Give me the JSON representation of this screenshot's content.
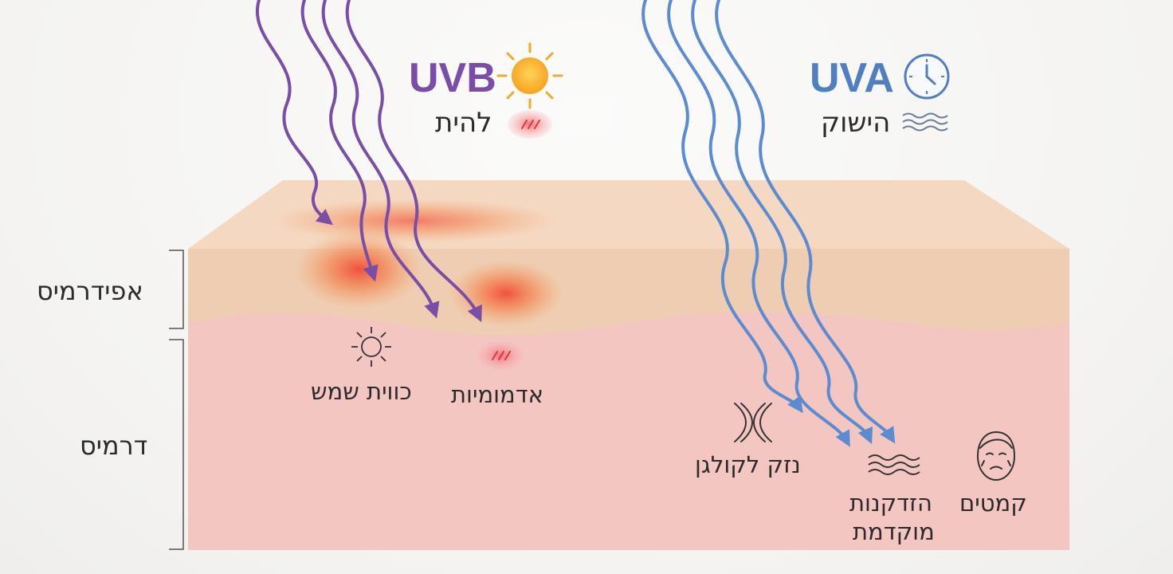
{
  "uvb": {
    "title": "UVB",
    "subtitle": "להית",
    "color": "#7a4ea6"
  },
  "uva": {
    "title": "UVA",
    "subtitle": "הישוק",
    "color": "#4f7fc0"
  },
  "layers": {
    "epidermis": "אפידרמיס",
    "dermis": "דרמיס"
  },
  "effects": {
    "sunburn": "כווית שמש",
    "redness": "אדמומיות",
    "collagen": "נזק לקולגן",
    "aging_line1": "הזדקנות",
    "aging_line2": "מוקדמת",
    "wrinkles": "קמטים"
  },
  "icons": [
    "sun-icon",
    "clock-icon",
    "redness-icon",
    "waves-icon",
    "sun-outline-icon",
    "collagen-icon",
    "face-icon"
  ]
}
